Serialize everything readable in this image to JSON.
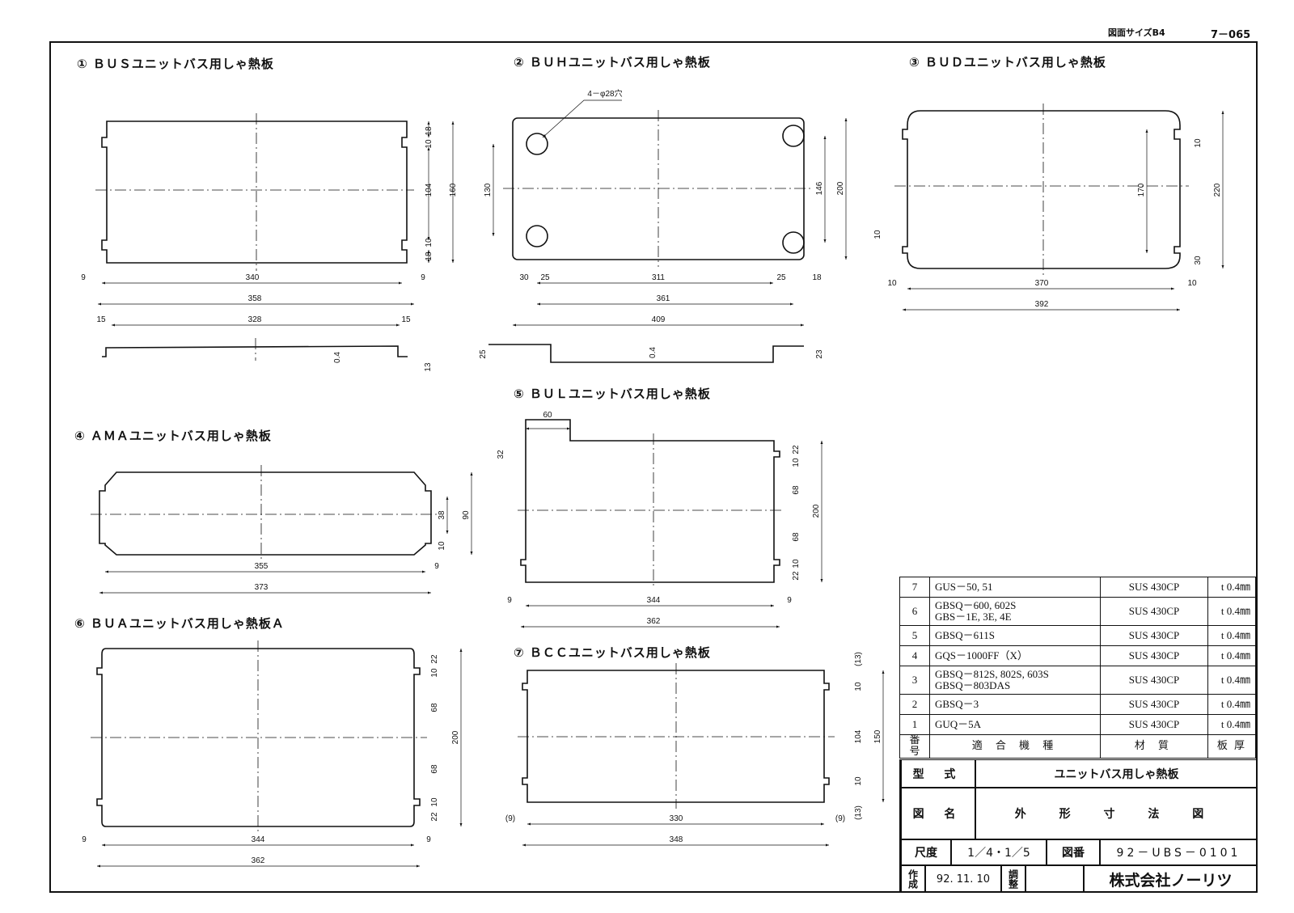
{
  "header": {
    "size_label": "図面サイズB4",
    "sheet_no": "7－065"
  },
  "views": {
    "v1": {
      "title": "① ＢＵＳユニットバス用しゃ熱板",
      "dims": [
        "340",
        "9",
        "9",
        "358",
        "15",
        "328",
        "15",
        "0.4",
        "13",
        "18",
        "10",
        "104",
        "10",
        "18",
        "160"
      ]
    },
    "v2": {
      "title": "② ＢＵＨユニットバス用しゃ熱板",
      "hole_note": "4－φ28穴",
      "dims": [
        "130",
        "146",
        "200",
        "30",
        "25",
        "311",
        "25",
        "18",
        "361",
        "409",
        "25",
        "0.4",
        "23"
      ]
    },
    "v3": {
      "title": "③ ＢＵＤユニットバス用しゃ熱板",
      "dims": [
        "10",
        "170",
        "220",
        "10",
        "30",
        "10",
        "370",
        "10",
        "392"
      ]
    },
    "v4": {
      "title": "④ ＡＭＡユニットバス用しゃ熱板",
      "dims": [
        "38",
        "90",
        "10",
        "355",
        "9",
        "373"
      ]
    },
    "v5": {
      "title": "⑤ ＢＵＬユニットバス用しゃ熱板",
      "dims": [
        "60",
        "32",
        "22",
        "10",
        "68",
        "200",
        "68",
        "10",
        "22",
        "9",
        "344",
        "9",
        "362"
      ]
    },
    "v6": {
      "title": "⑥ ＢＵＡユニットバス用しゃ熱板Ａ",
      "dims": [
        "22",
        "10",
        "68",
        "200",
        "68",
        "10",
        "22",
        "9",
        "344",
        "9",
        "362"
      ]
    },
    "v7": {
      "title": "⑦ ＢＣＣユニットバス用しゃ熱板",
      "dims": [
        "(13)",
        "10",
        "104",
        "150",
        "10",
        "(13)",
        "(9)",
        "330",
        "(9)",
        "348"
      ]
    }
  },
  "parts_table": {
    "rows": [
      {
        "no": "7",
        "model": "GUS－50, 51",
        "material": "SUS 430CP",
        "thickness": "t 0.4㎜"
      },
      {
        "no": "6",
        "model": "GBSQ－600, 602S\nGBS－1E, 3E, 4E",
        "material": "SUS 430CP",
        "thickness": "t 0.4㎜"
      },
      {
        "no": "5",
        "model": "GBSQ－611S",
        "material": "SUS 430CP",
        "thickness": "t 0.4㎜"
      },
      {
        "no": "4",
        "model": "GQS－1000FF（X）",
        "material": "SUS 430CP",
        "thickness": "t 0.4㎜"
      },
      {
        "no": "3",
        "model": "GBSQ－812S, 802S, 603S\nGBSQ－803DAS",
        "material": "SUS 430CP",
        "thickness": "t 0.4㎜"
      },
      {
        "no": "2",
        "model": "GBSQ－3",
        "material": "SUS 430CP",
        "thickness": "t 0.4㎜"
      },
      {
        "no": "1",
        "model": "GUQ－5A",
        "material": "SUS 430CP",
        "thickness": "t 0.4㎜"
      }
    ],
    "headers": {
      "no": "番号",
      "model": "適 合 機 種",
      "material": "材 質",
      "thickness": "板 厚"
    }
  },
  "title_block": {
    "type_label": "型 式",
    "type_value": "ユニットバス用しゃ熱板",
    "name_label": "図 名",
    "name_value": "外 形 寸 法 図",
    "scale_label": "尺度",
    "scale_value": "1／4・1／5",
    "drawing_no_label": "図番",
    "drawing_no_value": "92－UBS－0101",
    "made_label": "作成",
    "made_date": "92. 11. 10",
    "adjust_label": "調整",
    "company": "株式会社ノーリツ"
  }
}
